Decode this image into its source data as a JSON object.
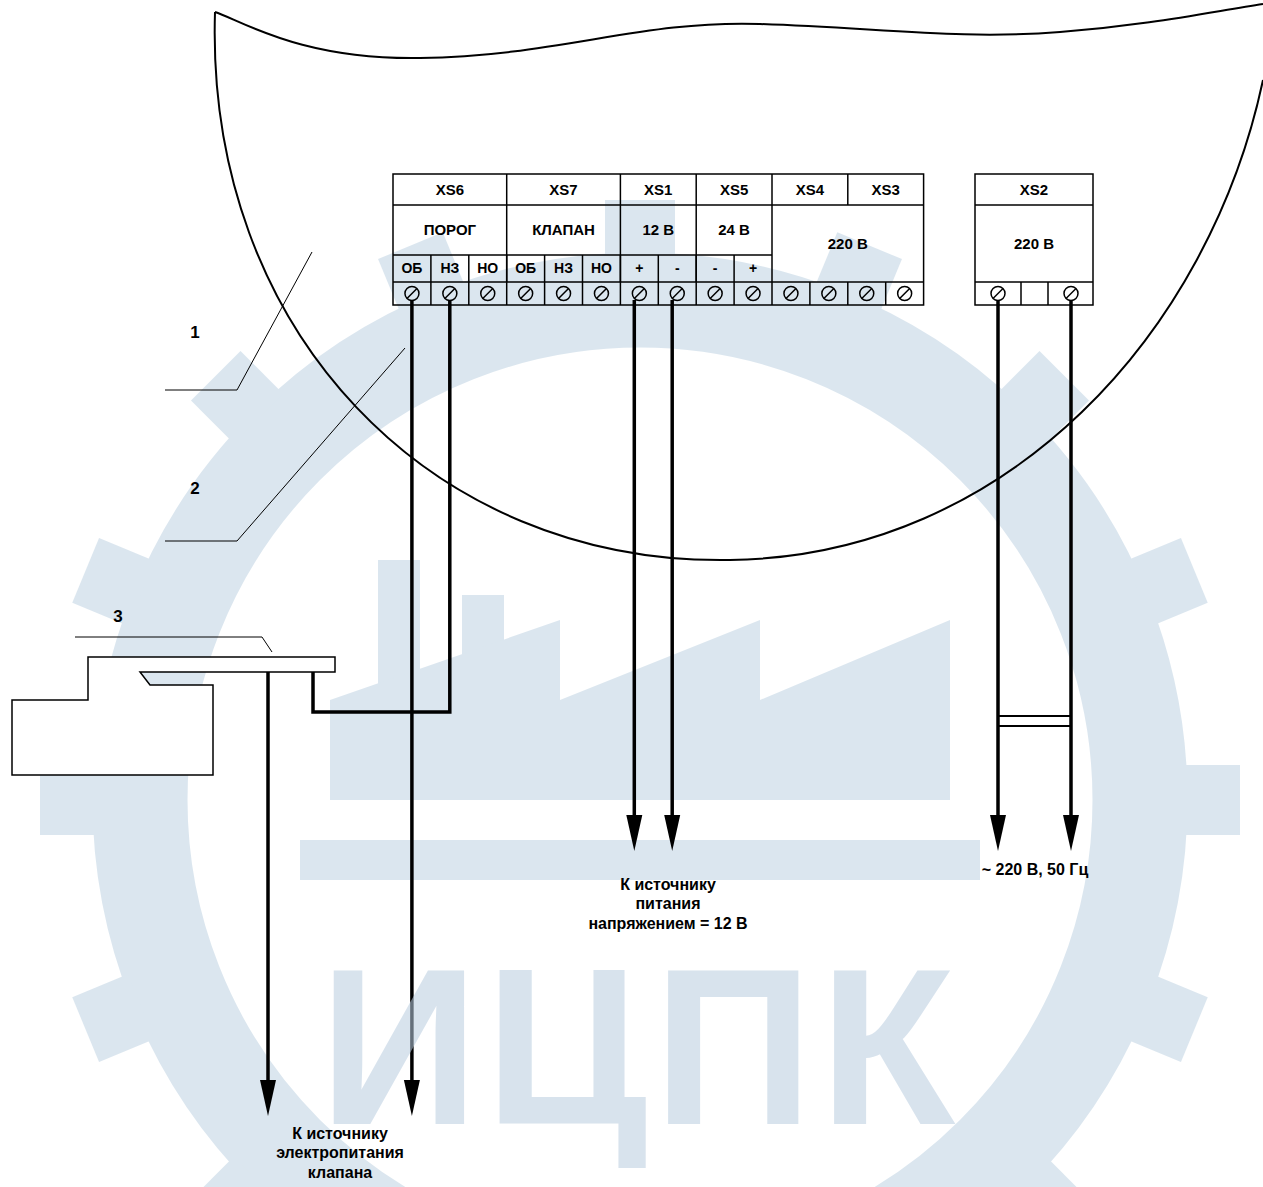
{
  "diagram": {
    "labels": [
      "XS6",
      "XS7",
      "XS1",
      "XS5",
      "XS4",
      "XS3",
      "XS2",
      "ПОРОГ",
      "КЛАПАН",
      "12 В",
      "24 В",
      "220 В",
      "220 В",
      "ОБ",
      "НЗ",
      "НО",
      "ОБ",
      "НЗ",
      "НО",
      "+",
      "-",
      "-",
      "+",
      "1",
      "2",
      "3",
      "К источнику питания напряжением = 12 В",
      "~ 220 В, 50 Гц",
      "К источнику электропитания клапана",
      "ИЦПК"
    ]
  }
}
